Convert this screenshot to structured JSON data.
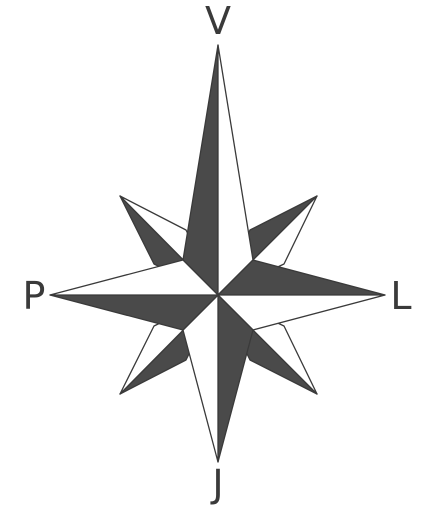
{
  "compass": {
    "labels": {
      "north": "V",
      "west": "P",
      "east": "L",
      "south": "J"
    },
    "colors": {
      "dark": "#4a4a4a",
      "light": "#ffffff",
      "stroke": "#3a3a3a",
      "text": "#3a3a3a"
    }
  }
}
